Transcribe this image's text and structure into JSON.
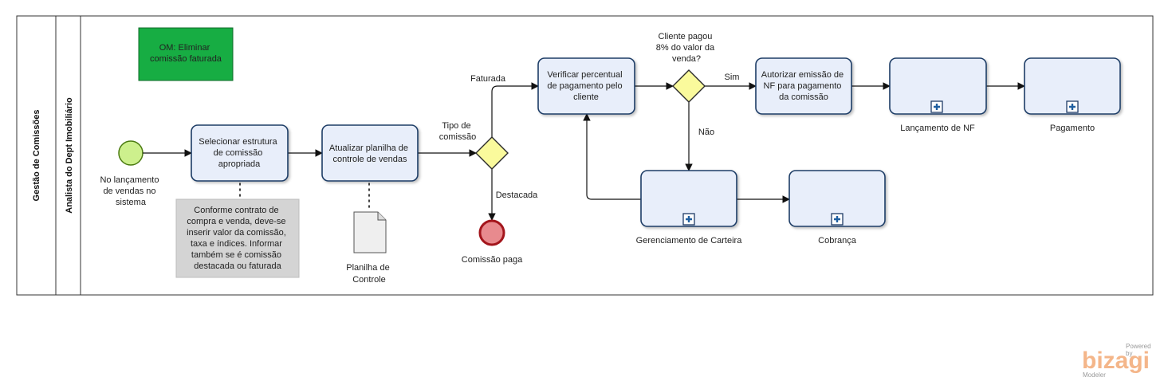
{
  "pool": {
    "label": "Gestão de Comissões"
  },
  "lane": {
    "label": "Analista do Dept Imobiliário"
  },
  "annotation_green": {
    "lines": [
      "OM: Eliminar",
      "comissão faturada"
    ]
  },
  "start_event": {
    "lines": [
      "No lançamento",
      "de vendas no",
      "sistema"
    ]
  },
  "tasks": {
    "selecionar": {
      "lines": [
        "Selecionar estrutura",
        "de comissão",
        "apropriada"
      ]
    },
    "atualizar": {
      "lines": [
        "Atualizar planilha de",
        "controle de vendas"
      ]
    },
    "verificar": {
      "lines": [
        "Verificar percentual",
        "de pagamento pelo",
        "cliente"
      ]
    },
    "autorizar": {
      "lines": [
        "Autorizar emissão de",
        "NF para pagamento",
        "da comissão"
      ]
    }
  },
  "subprocesses": {
    "lancamento": {
      "label": "Lançamento de NF"
    },
    "pagamento": {
      "label": "Pagamento"
    },
    "gerenciamento": {
      "label": "Gerenciamento de Carteira"
    },
    "cobranca": {
      "label": "Cobrança"
    }
  },
  "note_gray": {
    "lines": [
      "Conforme contrato de",
      "compra e venda, deve-se",
      "inserir valor da comissão,",
      "taxa e índices. Informar",
      "também se é comissão",
      "destacada ou faturada"
    ]
  },
  "data_object": {
    "lines": [
      "Planilha de",
      "Controle"
    ]
  },
  "gateway_tipo": {
    "lines": [
      "Tipo de",
      "comissão"
    ]
  },
  "gateway_cliente": {
    "lines": [
      "Cliente pagou",
      "8% do valor da",
      "venda?"
    ]
  },
  "flow_labels": {
    "faturada": "Faturada",
    "destacada": "Destacada",
    "sim": "Sim",
    "nao": "Não"
  },
  "end_event": {
    "label": "Comissão paga"
  },
  "logo": {
    "top": "Powered by",
    "brand": "bizagi",
    "bottom": "Modeler"
  },
  "colors": {
    "task_fill": "#e8eefa",
    "task_stroke": "#1f3c66",
    "start_fill": "#cdf08d",
    "end_fill": "#e88a8e",
    "gateway_fill": "#fafa9c",
    "green_note": "#17ad43",
    "gray_note": "#d4d4d4",
    "logo_orange": "#f4b68a"
  }
}
